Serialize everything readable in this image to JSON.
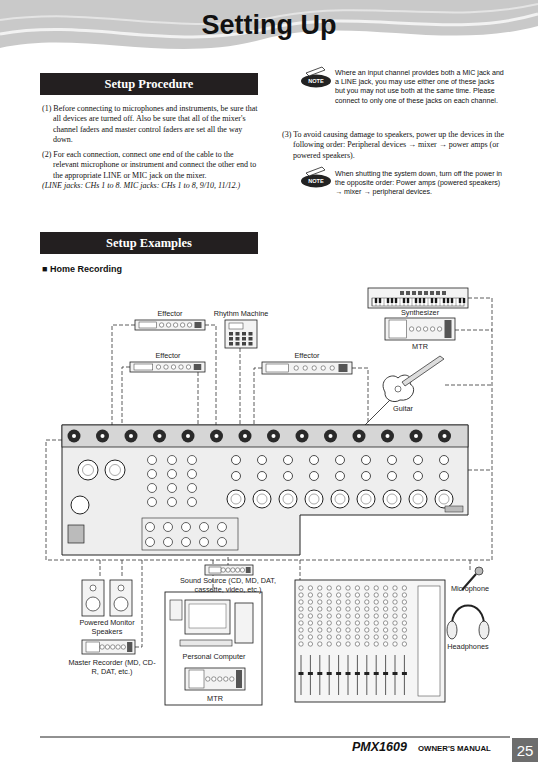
{
  "diagram": {
    "title": "Setting Up",
    "nodes": [
      {
        "text": [
          "Setup Procedure"
        ]
      },
      {
        "text": [
          "Setup Examples"
        ]
      },
      {
        "text": [
          "Effector"
        ]
      },
      {
        "text": [
          "Rhythm Machine"
        ]
      },
      {
        "text": [
          "Synthesizer"
        ]
      },
      {
        "text": [
          "MTR"
        ]
      },
      {
        "text": [
          "Effector"
        ]
      },
      {
        "text": [
          "Effector"
        ]
      },
      {
        "text": [
          "Guitar"
        ]
      },
      {
        "text": [
          "Sound Source (CD, MD, DAT, cassette, video, etc.)"
        ]
      },
      {
        "text": [
          "Microphone"
        ]
      },
      {
        "text": [
          "Powered Monitor Speakers"
        ]
      },
      {
        "text": [
          "Headphones"
        ]
      },
      {
        "text": [
          "Personal Computer"
        ]
      },
      {
        "text": [
          "Master Recorder (MD, CD-R, DAT, etc.)"
        ]
      },
      {
        "text": [
          "MTR"
        ]
      }
    ],
    "labels": [
      "(1) Before connecting to microphones and instruments, be sure that all devices are turned off. Also be sure that all of the mixer's channel faders and master control faders are set all the way down.",
      "(2) For each connection, connect one end of the cable to the relevant microphone or instrument and connect the other end to the appropriate LINE or MIC jack on the mixer.",
      "(LINE jacks: CHs 1 to 8. MIC jacks: CHs 1 to 8, 9/10, 11/12.)",
      "NOTE",
      "Where an input channel provides both a MIC jack and a LINE jack, you may use either one of these jacks but you may not use both at the same time. Please connect to only one of these jacks on each channel.",
      "(3) To avoid causing damage to speakers, power up the devices in the following order: Peripheral devices → mixer → power amps (or powered speakers).",
      "NOTE",
      "When shutting the system down, turn off the power in the opposite order: Power amps (powered speakers) → mixer → peripheral devices.",
      "■ Home Recording",
      "PMX1609",
      "OWNER'S MANUAL",
      "25"
    ]
  }
}
